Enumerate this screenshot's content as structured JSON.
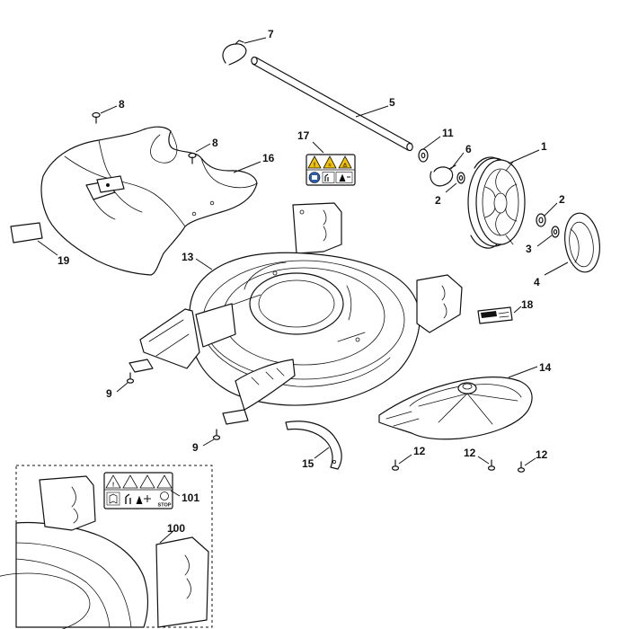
{
  "callouts": {
    "c1": "1",
    "c2a": "2",
    "c2b": "2",
    "c3": "3",
    "c4": "4",
    "c5": "5",
    "c6": "6",
    "c7": "7",
    "c8a": "8",
    "c8b": "8",
    "c9a": "9",
    "c9b": "9",
    "c11": "11",
    "c12a": "12",
    "c12b": "12",
    "c12c": "12",
    "c13": "13",
    "c14": "14",
    "c15": "15",
    "c16": "16",
    "c17": "17",
    "c18": "18",
    "c19": "19",
    "c100": "100",
    "c101": "101"
  },
  "labels": {
    "stop": "STOP"
  },
  "icons": {
    "warning": "warning-triangle-icon",
    "manual": "read-manual-icon",
    "bystander": "keep-bystanders-away-icon",
    "stop": "stop-blade-icon"
  },
  "colors": {
    "line": "#111111",
    "background": "#ffffff",
    "warning_fill": "#f2c200"
  }
}
